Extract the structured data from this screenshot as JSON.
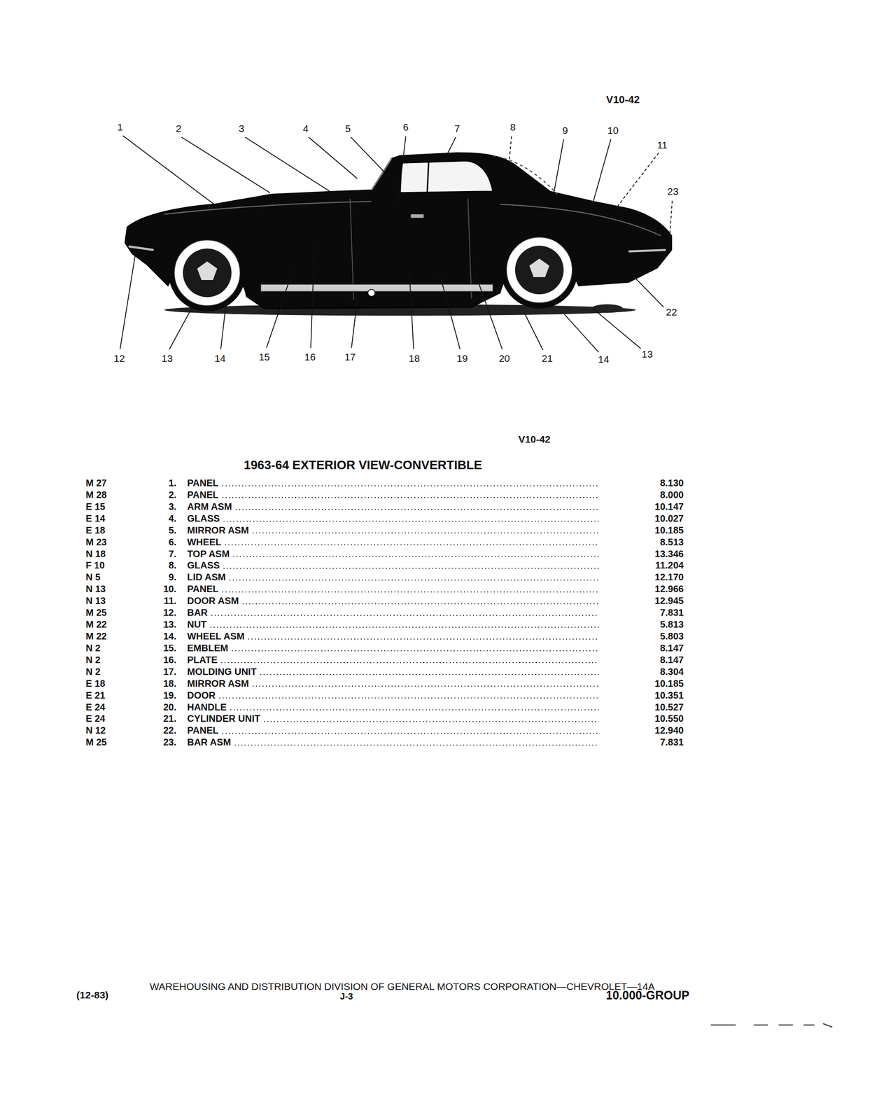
{
  "diagram": {
    "title": "1963-64 EXTERIOR VIEW-CONVERTIBLE",
    "labels": [
      "V10-42",
      "1",
      "2",
      "3",
      "4",
      "5",
      "6",
      "7",
      "8",
      "9",
      "10",
      "11",
      "23",
      "12",
      "13",
      "14",
      "15",
      "16",
      "17",
      "18",
      "19",
      "20",
      "21",
      "14",
      "13",
      "22",
      "V10-42",
      "M 27",
      "1.",
      "PANEL",
      "8.130",
      "M 28",
      "2.",
      "PANEL",
      "8.000",
      "E 15",
      "3.",
      "ARM ASM",
      "10.147",
      "E 14",
      "4.",
      "GLASS",
      "10.027",
      "E 18",
      "5.",
      "MIRROR ASM",
      "10.185",
      "M 23",
      "6.",
      "WHEEL",
      "8.513",
      "N 18",
      "7.",
      "TOP ASM",
      "13.346",
      "F 10",
      "8.",
      "GLASS",
      "11.204",
      "N 5",
      "9.",
      "LID ASM",
      "12.170",
      "N 13",
      "10.",
      "PANEL",
      "12.966",
      "N 13",
      "11.",
      "DOOR ASM",
      "12.945",
      "M 25",
      "12.",
      "BAR",
      "7.831",
      "M 22",
      "13.",
      "NUT",
      "5.813",
      "M 22",
      "14.",
      "WHEEL ASM",
      "5.803",
      "N 2",
      "15.",
      "EMBLEM",
      "8.147",
      "N 2",
      "16.",
      "PLATE",
      "8.147",
      "N 2",
      "17.",
      "MOLDING UNIT",
      "8.304",
      "E 18",
      "18.",
      "MIRROR ASM",
      "10.185",
      "E 21",
      "19.",
      "DOOR",
      "10.351",
      "E 24",
      "20.",
      "HANDLE",
      "10.527",
      "E 24",
      "21.",
      "CYLINDER UNIT",
      "10.550",
      "N 12",
      "22.",
      "PANEL",
      "12.940",
      "M 25",
      "23.",
      "BAR ASM",
      "7.831",
      "WAREHOUSING AND DISTRIBUTION DIVISION OF GENERAL MOTORS CORPORATION—CHEVROLET—14A",
      "(12-83)",
      "J-3",
      "10.000-GROUP"
    ]
  }
}
